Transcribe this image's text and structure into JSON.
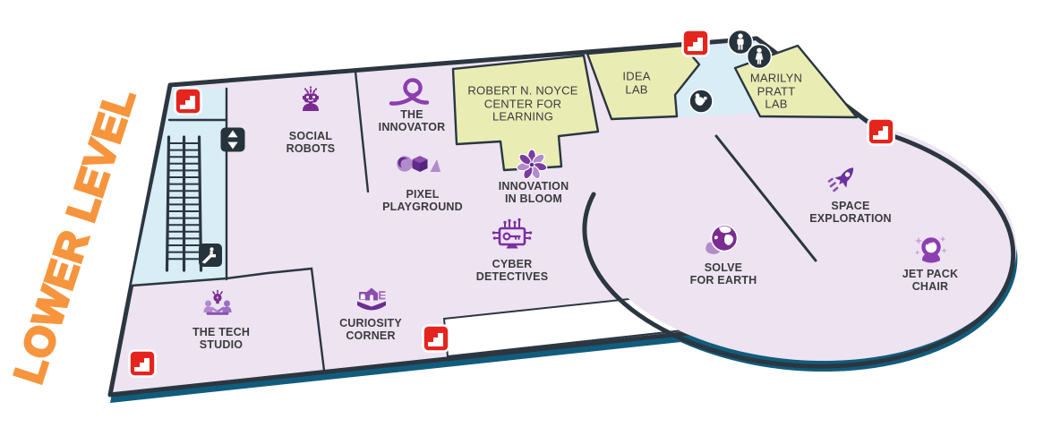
{
  "title": "LOWER LEVEL",
  "exhibits": [
    {
      "id": "social-robots",
      "label": "SOCIAL\nROBOTS",
      "icon": "robot-icon"
    },
    {
      "id": "the-innovator",
      "label": "THE\nINNOVATOR",
      "icon": "loop-ribbon-icon"
    },
    {
      "id": "pixel-playground",
      "label": "PIXEL\nPLAYGROUND",
      "icon": "shapes-icon"
    },
    {
      "id": "innovation-in-bloom",
      "label": "INNOVATION\nIN BLOOM",
      "icon": "flower-icon"
    },
    {
      "id": "cyber-detectives",
      "label": "CYBER\nDETECTIVES",
      "icon": "monitor-key-circuit-icon"
    },
    {
      "id": "solve-for-earth",
      "label": "SOLVE\nFOR EARTH",
      "icon": "earth-leaf-icon"
    },
    {
      "id": "space-exploration",
      "label": "SPACE\nEXPLORATION",
      "icon": "rocket-icon"
    },
    {
      "id": "jet-pack-chair",
      "label": "JET PACK\nCHAIR",
      "icon": "astronaut-helmet-icon"
    },
    {
      "id": "the-tech-studio",
      "label": "THE TECH\nSTUDIO",
      "icon": "people-lightbulb-icon"
    },
    {
      "id": "curiosity-corner",
      "label": "CURIOSITY\nCORNER",
      "icon": "blocks-house-book-icon"
    }
  ],
  "rooms": [
    {
      "id": "noyce-center",
      "label": "ROBERT N. NOYCE\nCENTER FOR\nLEARNING"
    },
    {
      "id": "idea-lab",
      "label": "IDEA\nLAB"
    },
    {
      "id": "marilyn-pratt-lab",
      "label": "MARILYN\nPRATT\nLAB"
    }
  ],
  "amenities": {
    "stairs_icons": 5,
    "elevator_icons": 1,
    "escalator_icons": 1,
    "restroom_men_icons": 1,
    "restroom_women_icons": 1,
    "baby_changing_icons": 1
  },
  "colors": {
    "floor": "#EDE3F1",
    "labs_yellow": "#E9EDB4",
    "circulation_blue": "#D8EDF6",
    "outline_dark": "#2B3640",
    "edge_shadow_teal": "#115C7C",
    "stairs_red": "#E5241D",
    "exhibit_purple": "#7B2C90",
    "exhibit_purple_light": "#B28BCB",
    "title_orange": "#F6953D",
    "label_text": "#3B3B3D"
  }
}
